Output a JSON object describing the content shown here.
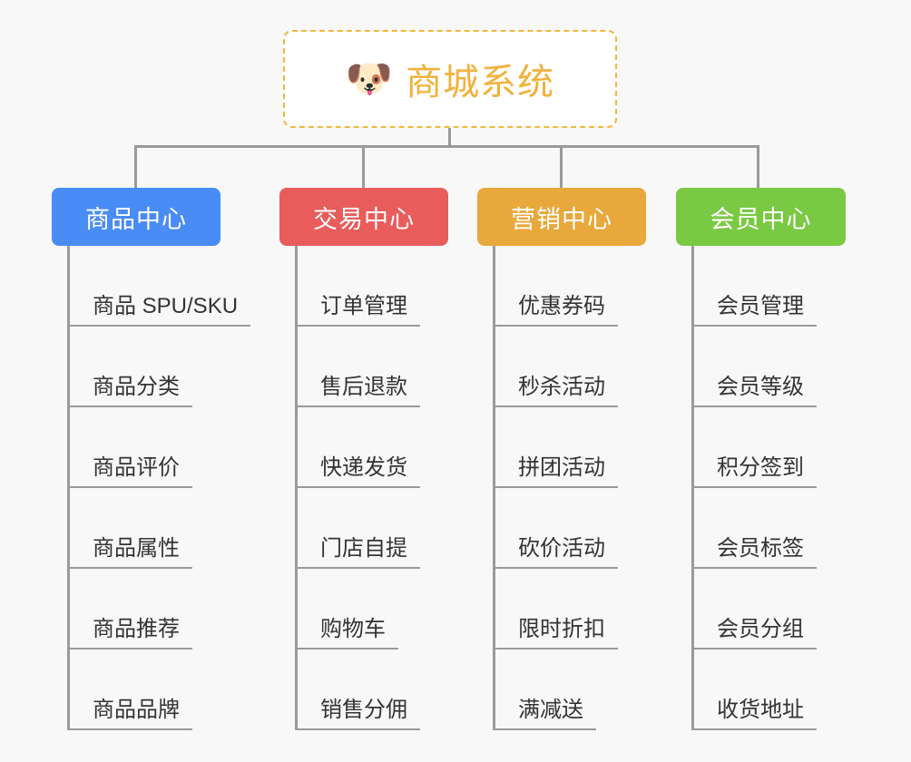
{
  "background_color": "#f8f8f8",
  "root": {
    "icon": "dog-face-icon",
    "icon_glyph": "🐶",
    "title": "商城系统",
    "text_color": "#f0b23c",
    "border_color": "#f0b83c"
  },
  "connector_color": "#9a9a9a",
  "branches": [
    {
      "label": "商品中心",
      "color": "#4a8cf5",
      "items": [
        "商品 SPU/SKU",
        "商品分类",
        "商品评价",
        "商品属性",
        "商品推荐",
        "商品品牌"
      ]
    },
    {
      "label": "交易中心",
      "color": "#e85c5c",
      "items": [
        "订单管理",
        "售后退款",
        "快递发货",
        "门店自提",
        "购物车",
        "销售分佣"
      ]
    },
    {
      "label": "营销中心",
      "color": "#e8a83c",
      "items": [
        "优惠券码",
        "秒杀活动",
        "拼团活动",
        "砍价活动",
        "限时折扣",
        "满减送"
      ]
    },
    {
      "label": "会员中心",
      "color": "#7ac943",
      "items": [
        "会员管理",
        "会员等级",
        "积分签到",
        "会员标签",
        "会员分组",
        "收货地址"
      ]
    }
  ]
}
